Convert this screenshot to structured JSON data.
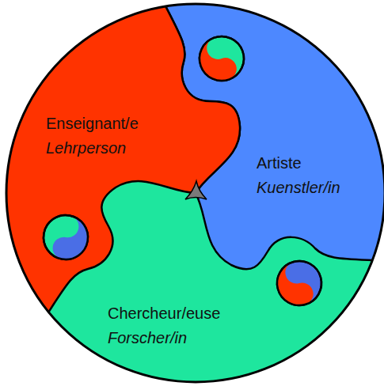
{
  "diagram": {
    "nodes": [
      {
        "text": [
          "Enseignant/e",
          "Lehrperson"
        ]
      },
      {
        "text": [
          "Artiste",
          "Kuenstler/in"
        ]
      },
      {
        "text": [
          "Chercheur/euse",
          "Forscher/in"
        ]
      }
    ]
  }
}
